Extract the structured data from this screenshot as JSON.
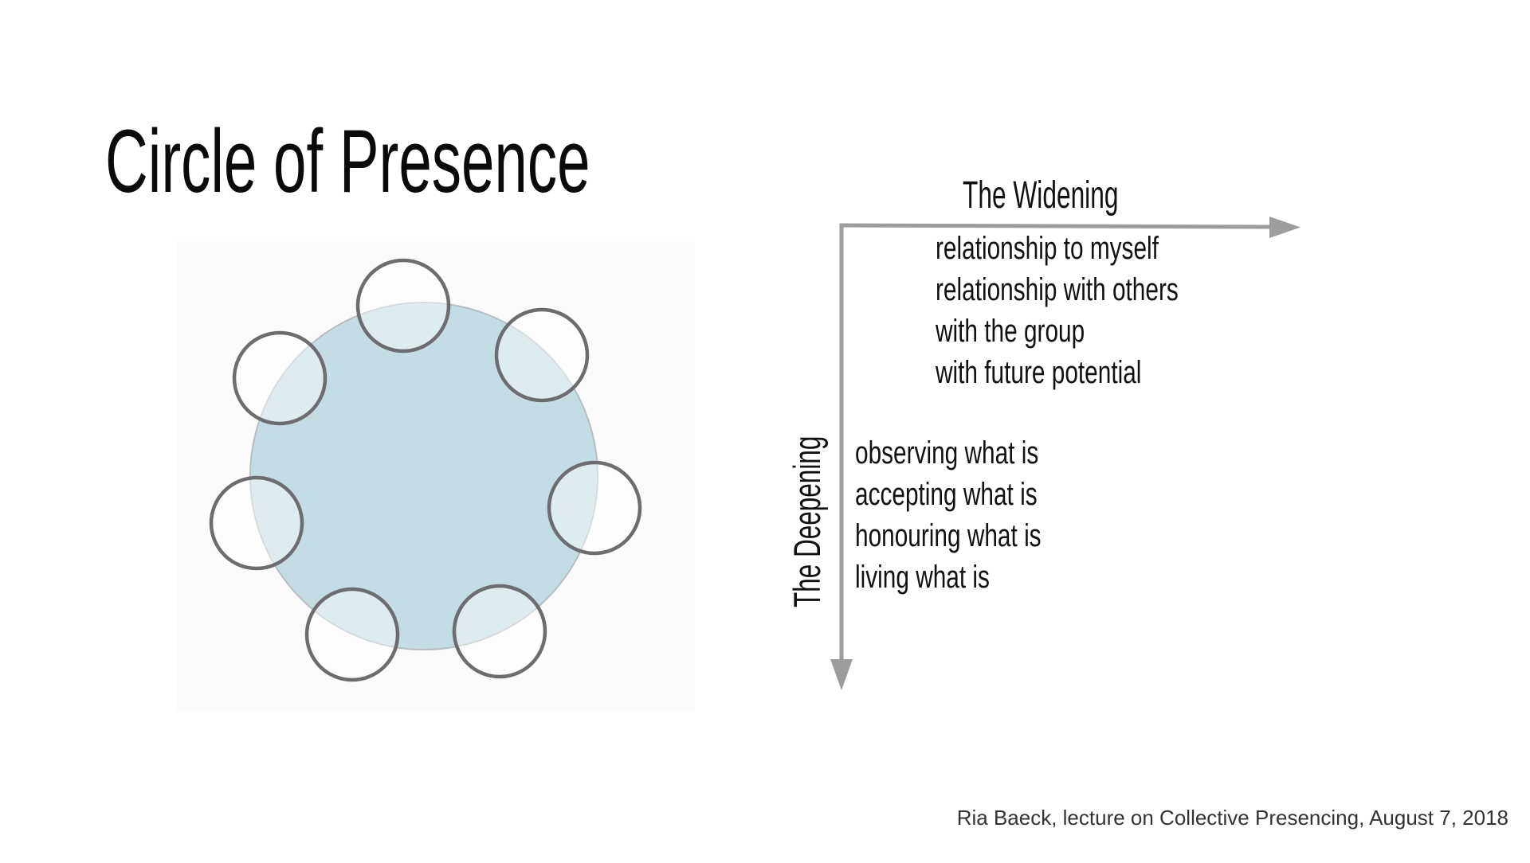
{
  "slide": {
    "title": "Circle of Presence",
    "caption": "Ria Baeck, lecture on Collective Presencing, August 7, 2018"
  },
  "circle_diagram": {
    "description": "Large central circle surrounded by seven overlapping participant circles",
    "center_circle": {
      "fill": "#c4dce3",
      "stroke": "#b7bec2"
    },
    "participant_count": 7,
    "participant_stroke": "#6d6d70",
    "panel_background": "#fbfbfc"
  },
  "axes": {
    "color": "#9d9d9d",
    "widening": {
      "label": "The Widening",
      "items": [
        "relationship to myself",
        "relationship with others",
        "with the group",
        "with future potential"
      ]
    },
    "deepening": {
      "label": "The Deepening",
      "items": [
        "observing what is",
        "accepting what is",
        "honouring what is",
        "living what is"
      ]
    }
  }
}
